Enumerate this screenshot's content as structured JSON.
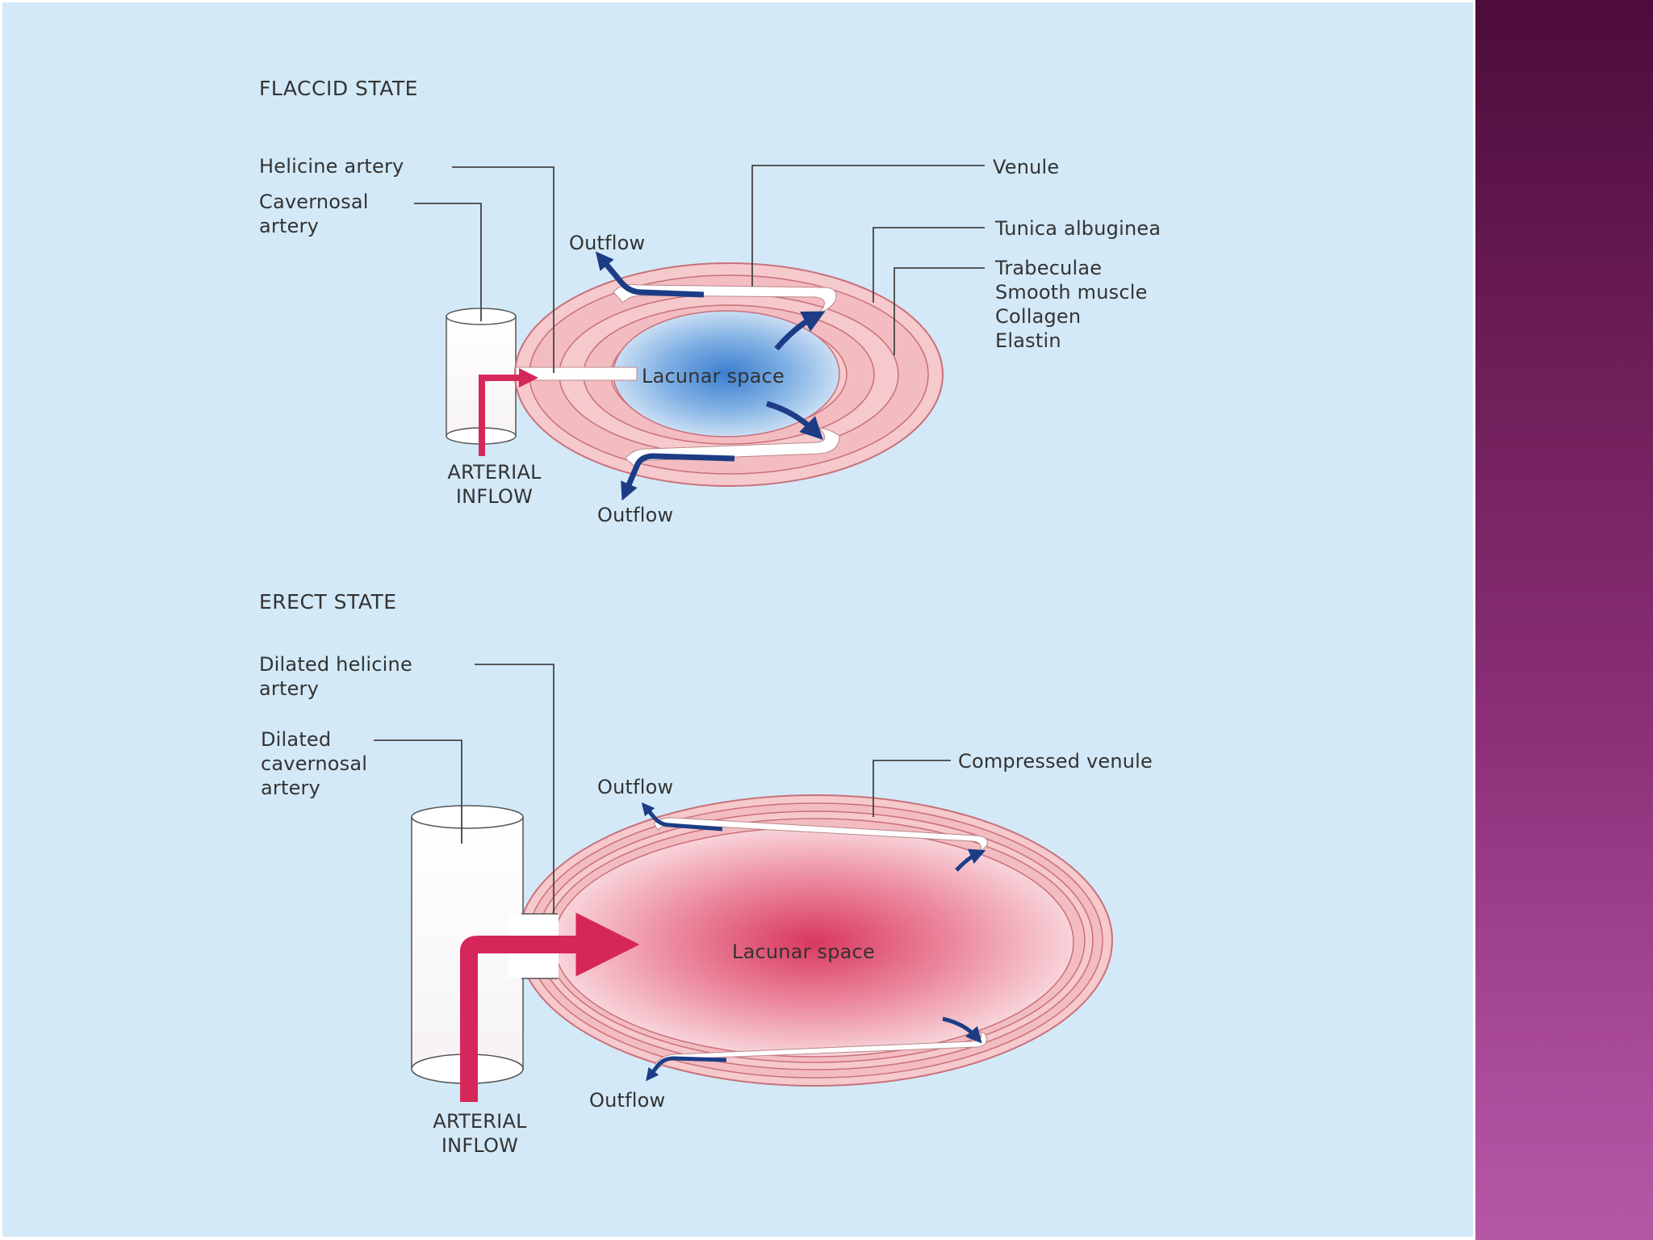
{
  "colors": {
    "background": "#d3e9f7",
    "tissue": "#f6c9cc",
    "tissue_stroke": "#c9707a",
    "arterial": "#d6275a",
    "venous": "#1c3d86",
    "lacunar_flaccid": "#3b7ed0",
    "lacunar_erect": "#d9385e",
    "side_stripe": "#8d3079"
  },
  "flaccid": {
    "title": "FLACCID STATE",
    "helicine_artery": "Helicine artery",
    "cavernosal_artery": "Cavernosal\nartery",
    "outflow_top": "Outflow",
    "outflow_bottom": "Outflow",
    "venule": "Venule",
    "tunica_albuginea": "Tunica albuginea",
    "trabeculae": "Trabeculae\nSmooth muscle\nCollagen\nElastin",
    "lacunar_space": "Lacunar space",
    "arterial_inflow": "ARTERIAL\nINFLOW"
  },
  "erect": {
    "title": "ERECT STATE",
    "dilated_helicine": "Dilated helicine\nartery",
    "dilated_cavernosal": "Dilated\ncavernosal\nartery",
    "outflow_top": "Outflow",
    "outflow_bottom": "Outflow",
    "compressed_venule": "Compressed venule",
    "lacunar_space": "Lacunar space",
    "arterial_inflow": "ARTERIAL\nINFLOW"
  }
}
